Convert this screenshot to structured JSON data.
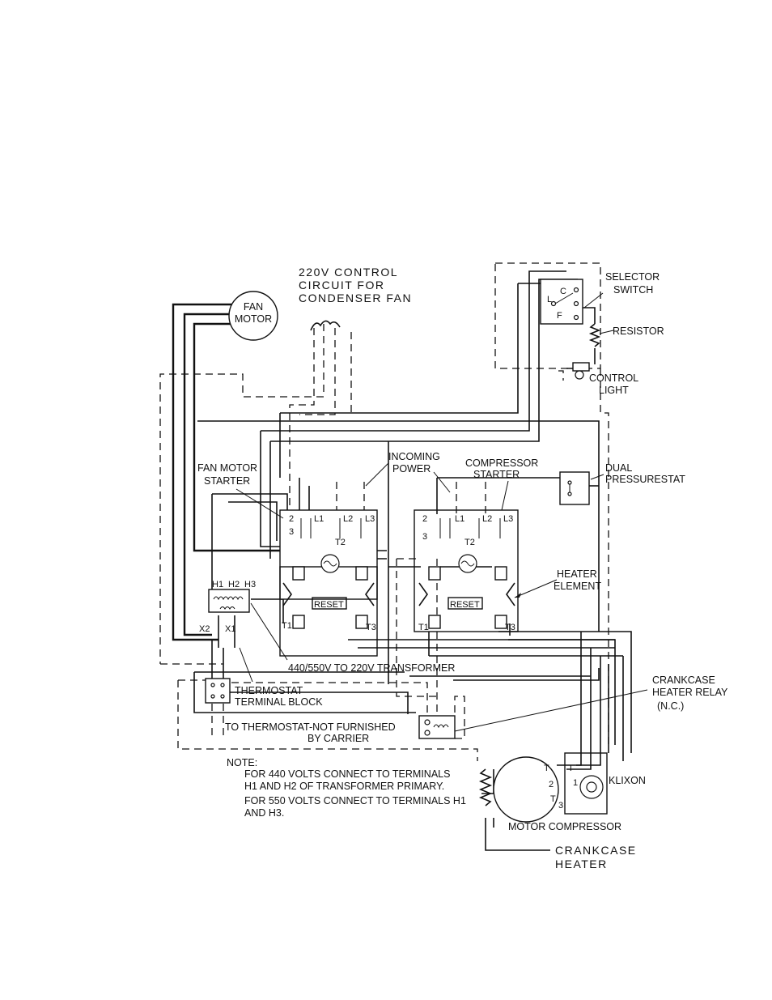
{
  "labels": {
    "control_circuit": [
      "220V  CONTROL",
      "CIRCUIT FOR",
      "CONDENSER FAN"
    ],
    "fan_motor": [
      "FAN",
      "MOTOR"
    ],
    "selector_switch": [
      "SELECTOR",
      "SWITCH"
    ],
    "resistor": "RESISTOR",
    "control_light": [
      "CONTROL",
      "LIGHT"
    ],
    "incoming_power": [
      "INCOMING",
      "POWER"
    ],
    "compressor_starter": [
      "COMPRESSOR",
      "STARTER"
    ],
    "fan_motor_starter": [
      "FAN MOTOR",
      "STARTER"
    ],
    "dual_pressurestat": [
      "DUAL",
      "PRESSURESTAT"
    ],
    "heater_element": [
      "HEATER",
      "ELEMENT"
    ],
    "transformer": "440/550V TO 220V TRANSFORMER",
    "crankcase_heater_relay": [
      "CRANKCASE",
      "HEATER RELAY",
      "(N.C.)"
    ],
    "thermostat_block": [
      "THERMOSTAT",
      "TERMINAL BLOCK"
    ],
    "to_thermostat": [
      "TO THERMOSTAT-NOT FURNISHED",
      "BY CARRIER"
    ],
    "klixon": "KLIXON",
    "motor_compressor": "MOTOR COMPRESSOR",
    "crankcase_heater": [
      "CRANKCASE",
      "HEATER"
    ],
    "reset": "RESET"
  },
  "note": {
    "heading": "NOTE:",
    "lines": [
      "FOR 440 VOLTS CONNECT TO TERMINALS",
      "H1 AND H2 OF TRANSFORMER PRIMARY.",
      "FOR 550 VOLTS CONNECT TO TERMINALS H1",
      "AND H3."
    ]
  },
  "terminals": {
    "starter_top": [
      "2",
      "3",
      "L1",
      "L2",
      "L3",
      "T2"
    ],
    "starter_bottom": [
      "T1",
      "T3"
    ],
    "transformer_primary": [
      "H1",
      "H2",
      "H3"
    ],
    "transformer_secondary": [
      "X2",
      "X1"
    ],
    "selector": [
      "C",
      "L",
      "F"
    ],
    "compressor": [
      "T",
      "2",
      "T",
      "3",
      "T",
      "1"
    ]
  }
}
